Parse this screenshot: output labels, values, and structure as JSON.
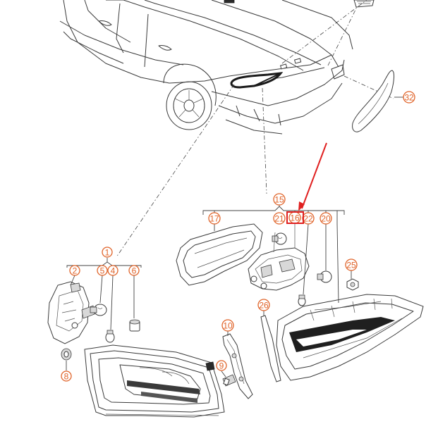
{
  "title": "",
  "callouts": [
    {
      "id": "c1",
      "label": "1"
    },
    {
      "id": "c2",
      "label": "2"
    },
    {
      "id": "c4",
      "label": "4"
    },
    {
      "id": "c5",
      "label": "5"
    },
    {
      "id": "c6",
      "label": "6"
    },
    {
      "id": "c8",
      "label": "8"
    },
    {
      "id": "c9",
      "label": "9"
    },
    {
      "id": "c10",
      "label": "10"
    },
    {
      "id": "c15",
      "label": "15"
    },
    {
      "id": "c16",
      "label": "16"
    },
    {
      "id": "c17",
      "label": "17"
    },
    {
      "id": "c20",
      "label": "20"
    },
    {
      "id": "c21",
      "label": "21"
    },
    {
      "id": "c22",
      "label": "22"
    },
    {
      "id": "c25",
      "label": "25"
    },
    {
      "id": "c26",
      "label": "26"
    },
    {
      "id": "c32",
      "label": "32"
    }
  ],
  "highlight": {
    "target": "16",
    "color": "#e02020"
  },
  "colors": {
    "callout": "#e0642a",
    "line": "#3a3a3a",
    "highlight": "#e02020"
  }
}
